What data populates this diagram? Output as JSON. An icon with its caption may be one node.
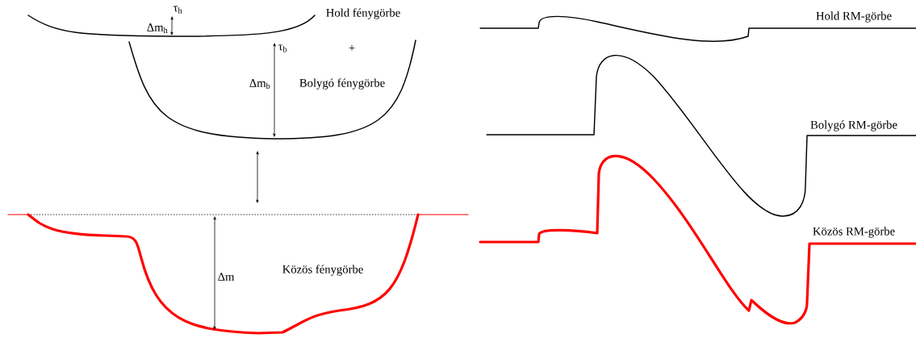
{
  "diagram": {
    "labels": [
      "τ$_{h}$",
      "Hold fénygörbe",
      "Hold RM-görbe",
      "Δm$_{h}$",
      "τ$_{b}$",
      "+",
      "Δm$_{b}$",
      "Bolygó fénygörbe",
      "Bolygó RM-görbe",
      "Közös RM-görbe",
      "Δm",
      "Közös fénygörbe"
    ]
  }
}
